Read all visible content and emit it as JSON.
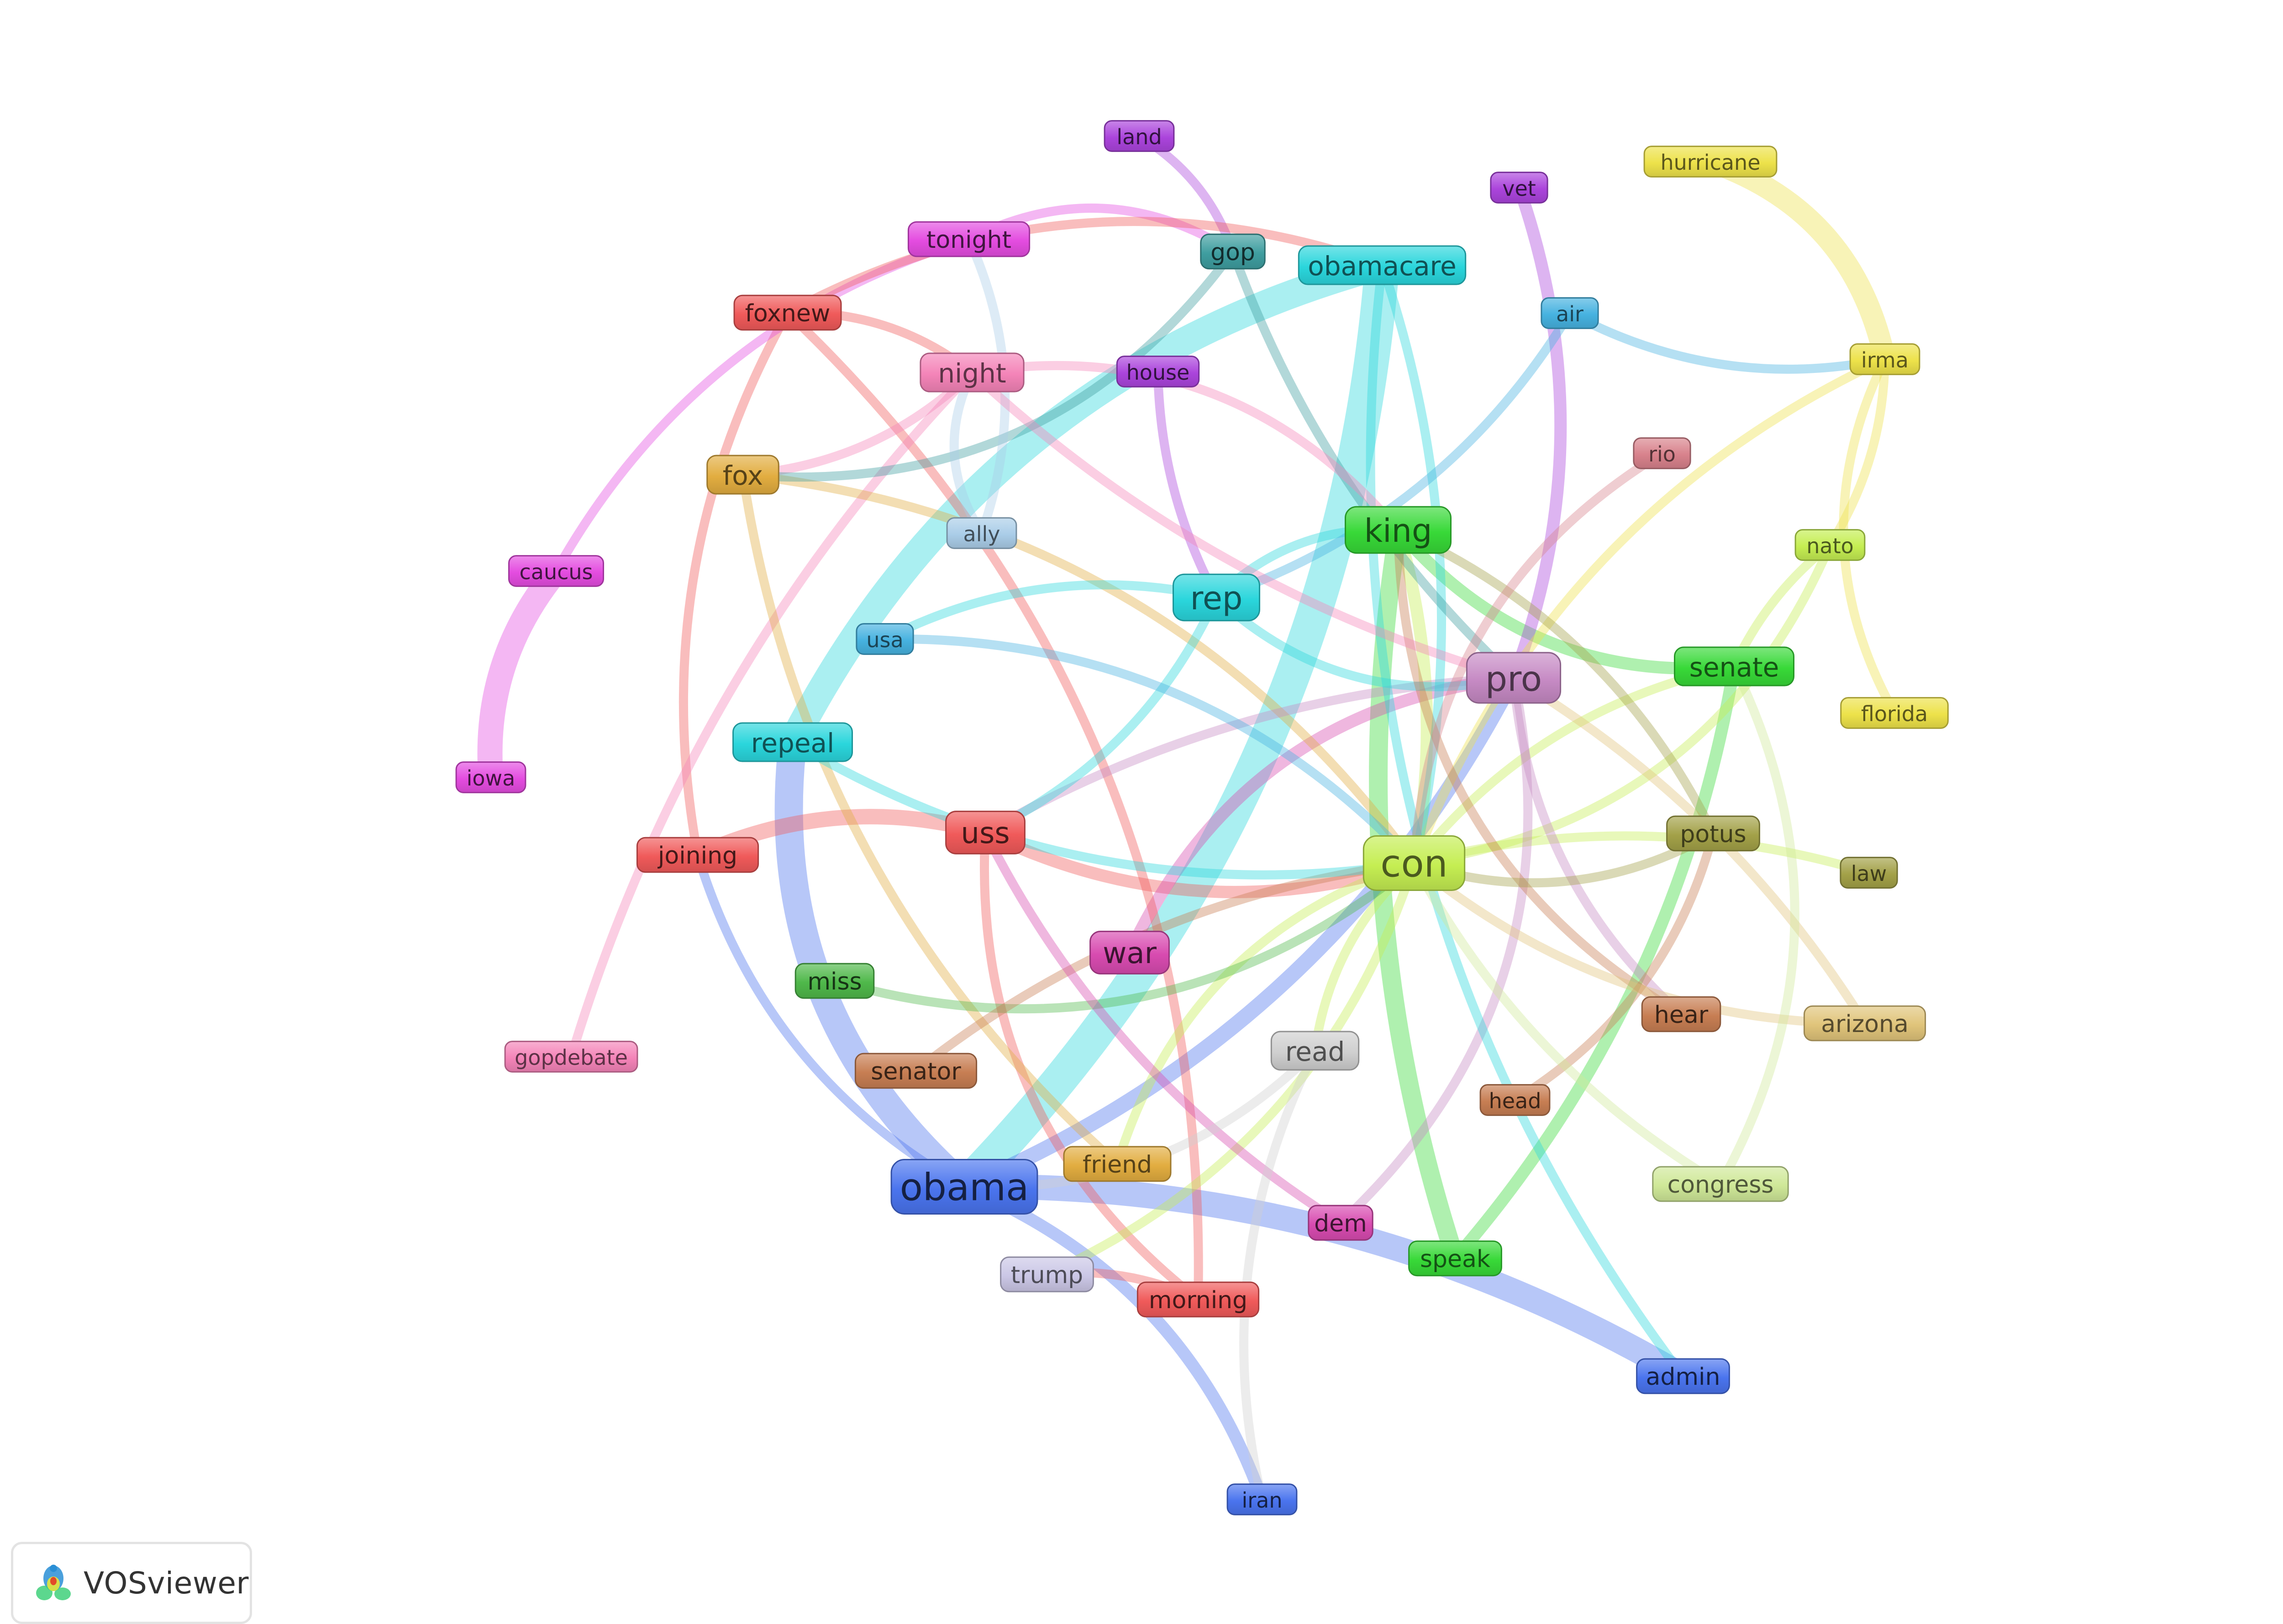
{
  "app": {
    "brand_name": "VOSviewer"
  },
  "clusters": {
    "red": "#f05a5a",
    "green": "#38d938",
    "blue": "#4a74ee",
    "lime": "#c5ee52",
    "magenta": "#e44ce0",
    "cyan": "#2ad6dc",
    "orange": "#e2ad40",
    "brown": "#c77e53",
    "purple": "#ab44dc",
    "pink": "#f484b8",
    "skyblue": "#46b2e0",
    "yellow": "#ede24a",
    "olive": "#a3a148",
    "teal": "#3f9ea0",
    "mauve": "#c68ac4",
    "darkgreen": "#4fb84a",
    "lightblue": "#aacde8",
    "rose": "#d8828c",
    "magenta2": "#d84bb0",
    "tan": "#e0c47a",
    "grey": "#cfcfcf",
    "lavender": "#cbc7e6",
    "lightlime": "#cfe898",
    "ochre": "#a6943c"
  },
  "nodes": [
    {
      "id": "land",
      "label": "land",
      "cluster": "purple",
      "weight": 1
    },
    {
      "id": "hurricane",
      "label": "hurricane",
      "cluster": "yellow",
      "weight": 1
    },
    {
      "id": "vet",
      "label": "vet",
      "cluster": "purple",
      "weight": 1
    },
    {
      "id": "tonight",
      "label": "tonight",
      "cluster": "magenta",
      "weight": 2
    },
    {
      "id": "gop",
      "label": "gop",
      "cluster": "teal",
      "weight": 2
    },
    {
      "id": "obamacare",
      "label": "obamacare",
      "cluster": "cyan",
      "weight": 3
    },
    {
      "id": "foxnew",
      "label": "foxnew",
      "cluster": "red",
      "weight": 2
    },
    {
      "id": "air",
      "label": "air",
      "cluster": "skyblue",
      "weight": 1
    },
    {
      "id": "irma",
      "label": "irma",
      "cluster": "yellow",
      "weight": 1
    },
    {
      "id": "night",
      "label": "night",
      "cluster": "pink",
      "weight": 3
    },
    {
      "id": "house",
      "label": "house",
      "cluster": "purple",
      "weight": 1
    },
    {
      "id": "rio",
      "label": "rio",
      "cluster": "rose",
      "weight": 1
    },
    {
      "id": "fox",
      "label": "fox",
      "cluster": "orange",
      "weight": 3
    },
    {
      "id": "king",
      "label": "king",
      "cluster": "green",
      "weight": 5
    },
    {
      "id": "nato",
      "label": "nato",
      "cluster": "lime",
      "weight": 1
    },
    {
      "id": "ally",
      "label": "ally",
      "cluster": "lightblue",
      "weight": 1
    },
    {
      "id": "caucus",
      "label": "caucus",
      "cluster": "magenta",
      "weight": 1
    },
    {
      "id": "rep",
      "label": "rep",
      "cluster": "cyan",
      "weight": 5
    },
    {
      "id": "usa",
      "label": "usa",
      "cluster": "skyblue",
      "weight": 1
    },
    {
      "id": "pro",
      "label": "pro",
      "cluster": "mauve",
      "weight": 6
    },
    {
      "id": "senate",
      "label": "senate",
      "cluster": "green",
      "weight": 3
    },
    {
      "id": "florida",
      "label": "florida",
      "cluster": "yellow",
      "weight": 1
    },
    {
      "id": "repeal",
      "label": "repeal",
      "cluster": "cyan",
      "weight": 3
    },
    {
      "id": "iowa",
      "label": "iowa",
      "cluster": "magenta",
      "weight": 1
    },
    {
      "id": "uss",
      "label": "uss",
      "cluster": "red",
      "weight": 4
    },
    {
      "id": "joining",
      "label": "joining",
      "cluster": "red",
      "weight": 2
    },
    {
      "id": "potus",
      "label": "potus",
      "cluster": "olive",
      "weight": 2
    },
    {
      "id": "con",
      "label": "con",
      "cluster": "lime",
      "weight": 7
    },
    {
      "id": "law",
      "label": "law",
      "cluster": "olive",
      "weight": 1
    },
    {
      "id": "war",
      "label": "war",
      "cluster": "magenta2",
      "weight": 4
    },
    {
      "id": "miss",
      "label": "miss",
      "cluster": "darkgreen",
      "weight": 2
    },
    {
      "id": "hear",
      "label": "hear",
      "cluster": "brown",
      "weight": 2
    },
    {
      "id": "arizona",
      "label": "arizona",
      "cluster": "tan",
      "weight": 2
    },
    {
      "id": "gopdebate",
      "label": "gopdebate",
      "cluster": "pink",
      "weight": 1
    },
    {
      "id": "read",
      "label": "read",
      "cluster": "grey",
      "weight": 3
    },
    {
      "id": "senator",
      "label": "senator",
      "cluster": "brown",
      "weight": 2
    },
    {
      "id": "head",
      "label": "head",
      "cluster": "brown",
      "weight": 1
    },
    {
      "id": "friend",
      "label": "friend",
      "cluster": "orange",
      "weight": 2
    },
    {
      "id": "congress",
      "label": "congress",
      "cluster": "lightlime",
      "weight": 2
    },
    {
      "id": "obama",
      "label": "obama",
      "cluster": "blue",
      "weight": 7
    },
    {
      "id": "dem",
      "label": "dem",
      "cluster": "magenta2",
      "weight": 2
    },
    {
      "id": "speak",
      "label": "speak",
      "cluster": "green",
      "weight": 2
    },
    {
      "id": "trump",
      "label": "trump",
      "cluster": "lavender",
      "weight": 2
    },
    {
      "id": "morning",
      "label": "morning",
      "cluster": "red",
      "weight": 2
    },
    {
      "id": "admin",
      "label": "admin",
      "cluster": "blue",
      "weight": 2
    },
    {
      "id": "iran",
      "label": "iran",
      "cluster": "blue",
      "weight": 1
    }
  ],
  "links": [
    {
      "source": "obama",
      "target": "obamacare",
      "strength": 10,
      "cluster": "cyan"
    },
    {
      "source": "repeal",
      "target": "obamacare",
      "strength": 8,
      "cluster": "cyan"
    },
    {
      "source": "repeal",
      "target": "obama",
      "strength": 8,
      "cluster": "blue"
    },
    {
      "source": "obama",
      "target": "admin",
      "strength": 7,
      "cluster": "blue"
    },
    {
      "source": "caucus",
      "target": "iowa",
      "strength": 7,
      "cluster": "magenta"
    },
    {
      "source": "hurricane",
      "target": "irma",
      "strength": 6,
      "cluster": "yellow"
    },
    {
      "source": "king",
      "target": "speak",
      "strength": 5,
      "cluster": "green"
    },
    {
      "source": "joining",
      "target": "uss",
      "strength": 4,
      "cluster": "red"
    },
    {
      "source": "obama",
      "target": "pro",
      "strength": 4,
      "cluster": "blue"
    },
    {
      "source": "obama",
      "target": "iran",
      "strength": 3,
      "cluster": "blue"
    },
    {
      "source": "king",
      "target": "senate",
      "strength": 3,
      "cluster": "green"
    },
    {
      "source": "senate",
      "target": "speak",
      "strength": 3,
      "cluster": "green"
    },
    {
      "source": "uss",
      "target": "con",
      "strength": 3,
      "cluster": "red"
    },
    {
      "source": "war",
      "target": "pro",
      "strength": 3,
      "cluster": "magenta2"
    },
    {
      "source": "con",
      "target": "king",
      "strength": 3,
      "cluster": "lime"
    },
    {
      "source": "vet",
      "target": "pro",
      "strength": 3,
      "cluster": "purple"
    },
    {
      "source": "foxnew",
      "target": "joining",
      "strength": 2,
      "cluster": "red"
    },
    {
      "source": "foxnew",
      "target": "morning",
      "strength": 2,
      "cluster": "red"
    },
    {
      "source": "uss",
      "target": "morning",
      "strength": 2,
      "cluster": "red"
    },
    {
      "source": "trump",
      "target": "morning",
      "strength": 2,
      "cluster": "red"
    },
    {
      "source": "tonight",
      "target": "caucus",
      "strength": 2,
      "cluster": "magenta"
    },
    {
      "source": "tonight",
      "target": "gop",
      "strength": 2,
      "cluster": "magenta"
    },
    {
      "source": "night",
      "target": "gopdebate",
      "strength": 2,
      "cluster": "pink"
    },
    {
      "source": "night",
      "target": "fox",
      "strength": 2,
      "cluster": "pink"
    },
    {
      "source": "fox",
      "target": "friend",
      "strength": 2,
      "cluster": "orange"
    },
    {
      "source": "fox",
      "target": "con",
      "strength": 2,
      "cluster": "orange"
    },
    {
      "source": "irma",
      "target": "florida",
      "strength": 2,
      "cluster": "yellow"
    },
    {
      "source": "irma",
      "target": "nato",
      "strength": 2,
      "cluster": "yellow"
    },
    {
      "source": "irma",
      "target": "con",
      "strength": 2,
      "cluster": "yellow"
    },
    {
      "source": "nato",
      "target": "con",
      "strength": 2,
      "cluster": "lime"
    },
    {
      "source": "nato",
      "target": "senate",
      "strength": 2,
      "cluster": "lime"
    },
    {
      "source": "con",
      "target": "senate",
      "strength": 2,
      "cluster": "lime"
    },
    {
      "source": "con",
      "target": "read",
      "strength": 2,
      "cluster": "lime"
    },
    {
      "source": "con",
      "target": "trump",
      "strength": 2,
      "cluster": "lime"
    },
    {
      "source": "con",
      "target": "friend",
      "strength": 2,
      "cluster": "lime"
    },
    {
      "source": "con",
      "target": "law",
      "strength": 2,
      "cluster": "lime"
    },
    {
      "source": "pro",
      "target": "hear",
      "strength": 2,
      "cluster": "mauve"
    },
    {
      "source": "pro",
      "target": "dem",
      "strength": 2,
      "cluster": "mauve"
    },
    {
      "source": "pro",
      "target": "uss",
      "strength": 2,
      "cluster": "mauve"
    },
    {
      "source": "rep",
      "target": "uss",
      "strength": 2,
      "cluster": "cyan"
    },
    {
      "source": "rep",
      "target": "usa",
      "strength": 2,
      "cluster": "cyan"
    },
    {
      "source": "rep",
      "target": "king",
      "strength": 2,
      "cluster": "cyan"
    },
    {
      "source": "rep",
      "target": "pro",
      "strength": 2,
      "cluster": "cyan"
    },
    {
      "source": "obamacare",
      "target": "con",
      "strength": 2,
      "cluster": "cyan"
    },
    {
      "source": "obamacare",
      "target": "admin",
      "strength": 2,
      "cluster": "cyan"
    },
    {
      "source": "gop",
      "target": "fox",
      "strength": 2,
      "cluster": "teal"
    },
    {
      "source": "gop",
      "target": "pro",
      "strength": 2,
      "cluster": "teal"
    },
    {
      "source": "air",
      "target": "rep",
      "strength": 2,
      "cluster": "skyblue"
    },
    {
      "source": "air",
      "target": "irma",
      "strength": 2,
      "cluster": "skyblue"
    },
    {
      "source": "usa",
      "target": "con",
      "strength": 2,
      "cluster": "skyblue"
    },
    {
      "source": "miss",
      "target": "con",
      "strength": 2,
      "cluster": "darkgreen"
    },
    {
      "source": "senator",
      "target": "con",
      "strength": 2,
      "cluster": "brown"
    },
    {
      "source": "head",
      "target": "potus",
      "strength": 2,
      "cluster": "brown"
    },
    {
      "source": "hear",
      "target": "king",
      "strength": 2,
      "cluster": "brown"
    },
    {
      "source": "arizona",
      "target": "pro",
      "strength": 2,
      "cluster": "tan"
    },
    {
      "source": "arizona",
      "target": "con",
      "strength": 2,
      "cluster": "tan"
    },
    {
      "source": "potus",
      "target": "king",
      "strength": 2,
      "cluster": "olive"
    },
    {
      "source": "potus",
      "target": "con",
      "strength": 2,
      "cluster": "olive"
    },
    {
      "source": "rio",
      "target": "con",
      "strength": 2,
      "cluster": "rose"
    },
    {
      "source": "dem",
      "target": "uss",
      "strength": 2,
      "cluster": "magenta2"
    },
    {
      "source": "ally",
      "target": "tonight",
      "strength": 2,
      "cluster": "lightblue"
    },
    {
      "source": "ally",
      "target": "night",
      "strength": 2,
      "cluster": "lightblue"
    },
    {
      "source": "house",
      "target": "rep",
      "strength": 2,
      "cluster": "purple"
    },
    {
      "source": "land",
      "target": "gop",
      "strength": 2,
      "cluster": "purple"
    },
    {
      "source": "read",
      "target": "iran",
      "strength": 2,
      "cluster": "grey"
    },
    {
      "source": "read",
      "target": "obama",
      "strength": 2,
      "cluster": "grey"
    },
    {
      "source": "congress",
      "target": "senate",
      "strength": 2,
      "cluster": "lightlime"
    },
    {
      "source": "congress",
      "target": "con",
      "strength": 2,
      "cluster": "lightlime"
    },
    {
      "source": "joining",
      "target": "obama",
      "strength": 2,
      "cluster": "blue"
    },
    {
      "source": "night",
      "target": "king",
      "strength": 2,
      "cluster": "pink"
    },
    {
      "source": "night",
      "target": "pro",
      "strength": 2,
      "cluster": "pink"
    },
    {
      "source": "foxnew",
      "target": "night",
      "strength": 2,
      "cluster": "red"
    },
    {
      "source": "repeal",
      "target": "con",
      "strength": 2,
      "cluster": "cyan"
    },
    {
      "source": "foxnew",
      "target": "obamacare",
      "strength": 2,
      "cluster": "red"
    }
  ]
}
